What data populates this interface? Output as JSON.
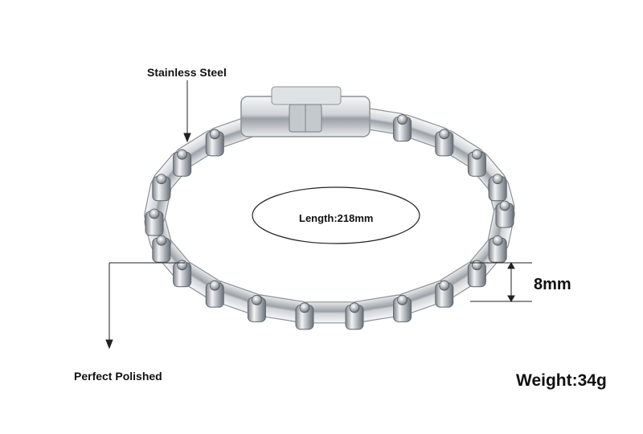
{
  "labels": {
    "material": "Stainless Steel",
    "finish": "Perfect Polished",
    "length": "Length:218mm",
    "width": "8mm",
    "weight": "Weight:34g"
  },
  "colors": {
    "background": "#ffffff",
    "steel_light": "#eef0f2",
    "steel_mid": "#b9bec4",
    "steel_dark": "#6e747b",
    "annotation": "#222222"
  }
}
